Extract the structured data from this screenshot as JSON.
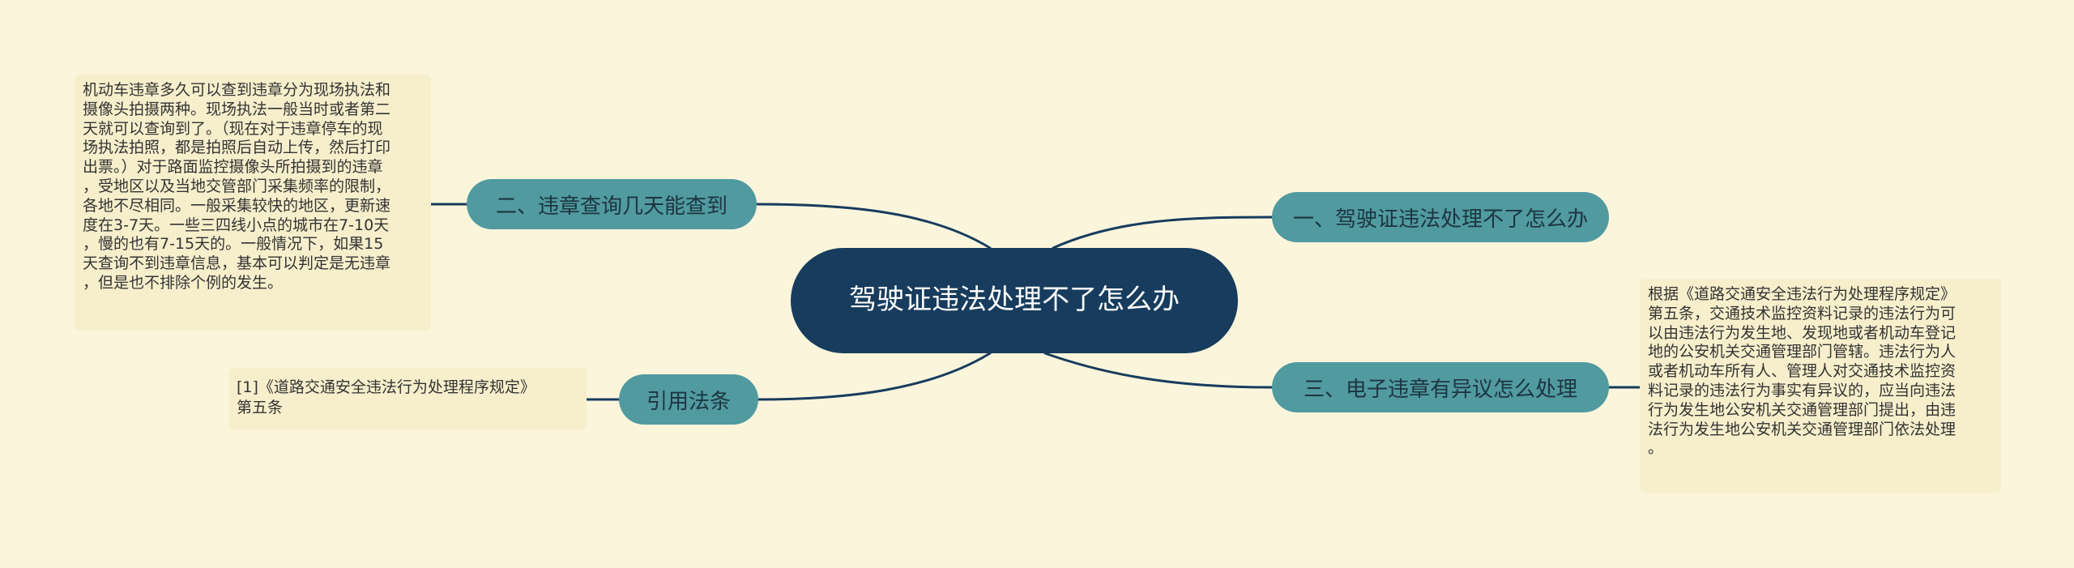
{
  "colors": {
    "background": "#fbf5dc",
    "center_fill": "#173c5d",
    "topic_fill": "#509aa0",
    "note_fill": "#f7efcc",
    "connector": "#173c5d"
  },
  "center": {
    "label": "驾驶证违法处理不了怎么办"
  },
  "topics": {
    "t1": {
      "label": "一、驾驶证违法处理不了怎么办"
    },
    "t2": {
      "label": "二、违章查询几天能查到"
    },
    "t3": {
      "label": "三、电子违章有异议怎么处理"
    },
    "t4": {
      "label": "引用法条"
    }
  },
  "notes": {
    "n1": {
      "text": "机动车违章多久可以查到违章分为现场执法和\n摄像头拍摄两种。现场执法一般当时或者第二\n天就可以查询到了。（现在对于违章停车的现\n场执法拍照，都是拍照后自动上传，然后打印\n出票。）对于路面监控摄像头所拍摄到的违章\n，受地区以及当地交管部门采集频率的限制，\n各地不尽相同。一般采集较快的地区，更新速\n度在3-7天。一些三四线小点的城市在7-10天\n，慢的也有7-15天的。一般情况下，如果15\n天查询不到违章信息，基本可以判定是无违章\n，但是也不排除个例的发生。"
    },
    "n2": {
      "text": "[1]《道路交通安全违法行为处理程序规定》\n第五条"
    },
    "n3": {
      "text": "根据《道路交通安全违法行为处理程序规定》\n第五条，交通技术监控资料记录的违法行为可\n以由违法行为发生地、发现地或者机动车登记\n地的公安机关交通管理部门管辖。违法行为人\n或者机动车所有人、管理人对交通技术监控资\n料记录的违法行为事实有异议的，应当向违法\n行为发生地公安机关交通管理部门提出，由违\n法行为发生地公安机关交通管理部门依法处理\n。"
    }
  }
}
